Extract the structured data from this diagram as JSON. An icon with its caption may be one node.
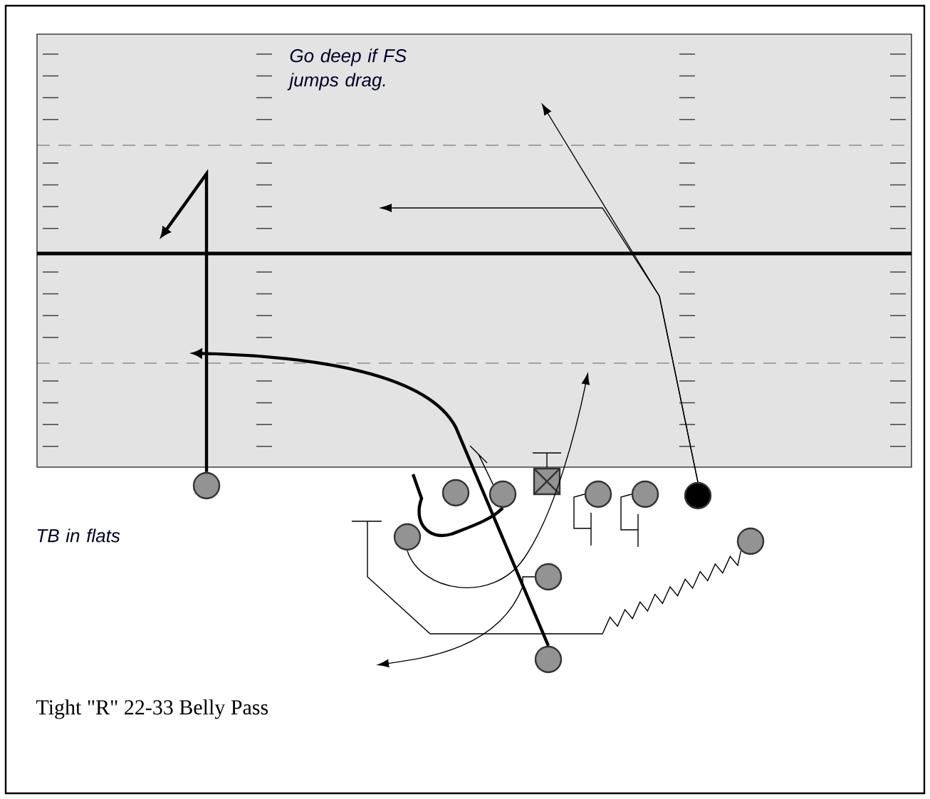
{
  "diagram": {
    "caption": "Tight \"R\" 22-33 Belly Pass",
    "nodes": [
      {
        "text": [],
        "shape": "circle"
      },
      {
        "text": [],
        "shape": "circle"
      },
      {
        "text": [],
        "shape": "circle"
      },
      {
        "text": [],
        "shape": "box"
      },
      {
        "text": [],
        "shape": "circle"
      },
      {
        "text": [],
        "shape": "circle"
      },
      {
        "text": [],
        "shape": "circle"
      },
      {
        "text": [],
        "shape": "circle"
      },
      {
        "text": [],
        "shape": "circle"
      },
      {
        "text": [],
        "shape": "circle"
      },
      {
        "text": [],
        "shape": "circle"
      }
    ],
    "edges": [
      {
        "from": 0,
        "to": null,
        "arrow": "to",
        "style": "thick"
      },
      {
        "from": 10,
        "to": null,
        "arrow": "to",
        "style": "thick"
      },
      {
        "from": 6,
        "to": null,
        "arrow": "to"
      },
      {
        "from": 6,
        "to": null,
        "arrow": "to"
      },
      {
        "from": 7,
        "to": null,
        "arrow": "to"
      },
      {
        "from": 9,
        "to": null,
        "arrow": "to"
      },
      {
        "from": 8,
        "to": null,
        "arrow": "none"
      },
      {
        "from": 2,
        "to": null,
        "arrow": "none",
        "style": "thick"
      },
      {
        "from": 2,
        "to": null,
        "arrow": "none"
      },
      {
        "from": 3,
        "to": null,
        "arrow": "none"
      },
      {
        "from": 4,
        "to": null,
        "arrow": "none"
      },
      {
        "from": 5,
        "to": null,
        "arrow": "none"
      }
    ],
    "labels": [
      "Go deep if FS jumps drag.",
      "TB in flats"
    ]
  }
}
